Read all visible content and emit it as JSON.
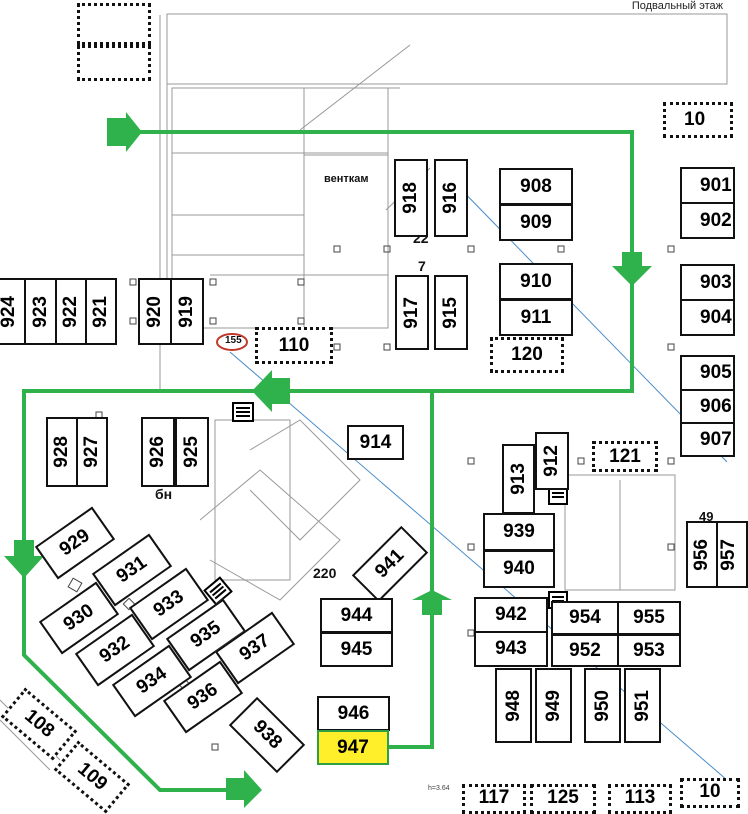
{
  "header": {
    "floor_label": "Подвальный этаж"
  },
  "labels": {
    "ventcam": "венткам",
    "n22": "22",
    "n7": "7",
    "bn": "бн",
    "n220": "220",
    "n49": "49",
    "ellipse_155": "155",
    "scale_note": "h=3.64"
  },
  "colors": {
    "route": "#2fb24b",
    "highlight": "#ffef2a",
    "plan_line": "#888888",
    "link_line": "#4a8cc9"
  },
  "cells": {
    "c924": "924",
    "c923": "923",
    "c922": "922",
    "c921": "921",
    "c920": "920",
    "c919": "919",
    "c918": "918",
    "c916": "916",
    "c917": "917",
    "c915": "915",
    "c908": "908",
    "c909": "909",
    "c910": "910",
    "c911": "911",
    "c110": "110",
    "c120": "120",
    "c901": "901",
    "c902": "902",
    "c903": "903",
    "c904": "904",
    "c905": "905",
    "c906": "906",
    "c907": "907",
    "c10x": "10",
    "c928": "928",
    "c927": "927",
    "c926": "926",
    "c925": "925",
    "c914": "914",
    "c929": "929",
    "c930": "930",
    "c931": "931",
    "c932": "932",
    "c933": "933",
    "c934": "934",
    "c935": "935",
    "c936": "936",
    "c937": "937",
    "c938": "938",
    "c941": "941",
    "c944": "944",
    "c945": "945",
    "c946": "946",
    "c947": "947",
    "c913": "913",
    "c912": "912",
    "c121": "121",
    "c939": "939",
    "c940": "940",
    "c942": "942",
    "c943": "943",
    "c954": "954",
    "c955": "955",
    "c952": "952",
    "c953": "953",
    "c948": "948",
    "c949": "949",
    "c950": "950",
    "c951": "951",
    "c956": "956",
    "c957": "957",
    "c108": "108",
    "c109": "109",
    "c117": "117",
    "c125": "125",
    "c113": "113",
    "c10b": "10"
  }
}
